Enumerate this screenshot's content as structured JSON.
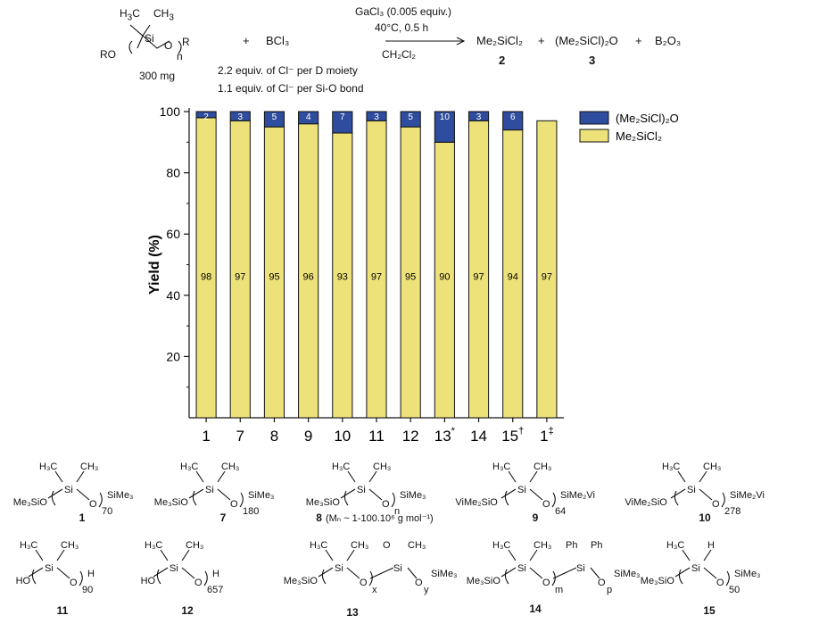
{
  "reaction": {
    "reactant_label": "300 mg",
    "reactant_r": "R",
    "reactant_ro": "RO",
    "reactant_n": "n",
    "plus1": "+",
    "reagent": "BCl₃",
    "catalyst": "GaCl₃ (0.005 equiv.)",
    "conditions": "40°C, 0.5 h",
    "solvent": "CH₂Cl₂",
    "note1": "2.2 equiv. of Cl⁻ per D moiety",
    "note2": "1.1 equiv. of Cl⁻ per Si-O bond",
    "product2": "Me₂SiCl₂",
    "product2_num": "2",
    "plus2": "+",
    "product3": "(Me₂SiCl)₂O",
    "product3_num": "3",
    "plus3": "+",
    "byproduct": "B₂O₃"
  },
  "colors": {
    "me2sicl2": "#ede27a",
    "me2sicl2o": "#2f4d9e",
    "bar_edge": "#111111"
  },
  "chart_data": {
    "type": "bar",
    "stacked": true,
    "ylabel": "Yield (%)",
    "ylim": [
      0,
      100
    ],
    "yticks": [
      20,
      40,
      60,
      80,
      100
    ],
    "categories": [
      "1",
      "7",
      "8",
      "9",
      "10",
      "11",
      "12",
      "13*",
      "14",
      "15†",
      "1‡"
    ],
    "series": [
      {
        "name": "Me₂SiCl₂",
        "values": [
          98,
          97,
          95,
          96,
          93,
          97,
          95,
          90,
          97,
          94,
          97
        ]
      },
      {
        "name": "(Me₂SiCl)₂O",
        "values": [
          2,
          3,
          5,
          4,
          7,
          3,
          5,
          10,
          3,
          6,
          null
        ]
      }
    ],
    "legend_position": "top-right",
    "grid": false
  },
  "structures": [
    {
      "num": "1",
      "left": "Me₃SiO",
      "right": "SiMe₃",
      "sub": "70",
      "top1": "H₃C",
      "top2": "CH₃"
    },
    {
      "num": "7",
      "left": "Me₃SiO",
      "right": "SiMe₃",
      "sub": "180",
      "top1": "H₃C",
      "top2": "CH₃"
    },
    {
      "num": "8",
      "caption": "(Mₙ ~ 1-100.10⁶ g mol⁻¹)",
      "left": "Me₃SiO",
      "right": "SiMe₃",
      "sub": "n",
      "top1": "H₃C",
      "top2": "CH₃"
    },
    {
      "num": "9",
      "left": "ViMe₂SiO",
      "right": "SiMe₂Vi",
      "sub": "64",
      "top1": "H₃C",
      "top2": "CH₃"
    },
    {
      "num": "10",
      "left": "ViMe₂SiO",
      "right": "SiMe₂Vi",
      "sub": "278",
      "top1": "H₃C",
      "top2": "CH₃"
    },
    {
      "num": "11",
      "left": "HO",
      "right": "H",
      "sub": "90",
      "top1": "H₃C",
      "top2": "CH₃"
    },
    {
      "num": "12",
      "left": "HO",
      "right": "H",
      "sub": "657",
      "top1": "H₃C",
      "top2": "CH₃"
    },
    {
      "num": "13",
      "left": "Me₃SiO",
      "right": "SiMe₃",
      "sub": "x",
      "sub2": "y",
      "top1": "H₃C",
      "top2": "CH₃",
      "top3": "O",
      "top4": "CH₃"
    },
    {
      "num": "14",
      "left": "Me₃SiO",
      "right": "SiMe₃",
      "sub": "m",
      "sub2": "p",
      "top1": "H₃C",
      "top2": "CH₃",
      "top3": "Ph",
      "top4": "Ph"
    },
    {
      "num": "15",
      "left": "Me₃SiO",
      "right": "SiMe₃",
      "sub": "50",
      "top1": "H₃C",
      "top2": "H"
    }
  ]
}
